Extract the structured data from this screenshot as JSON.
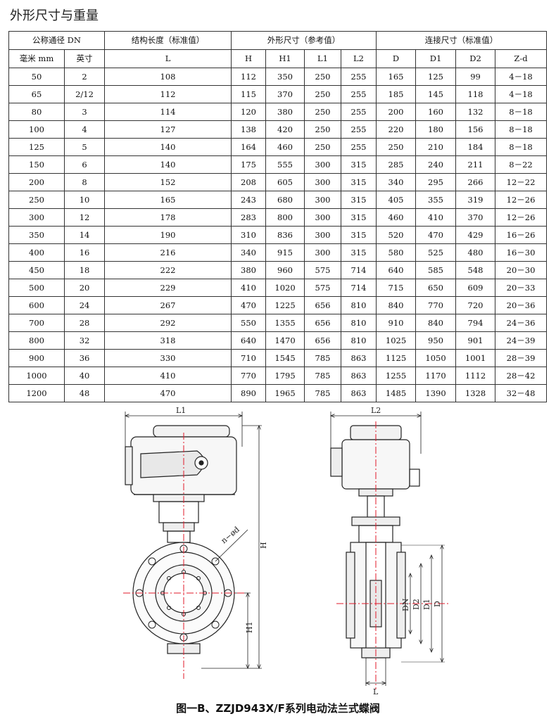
{
  "title": "外形尺寸与重量",
  "table": {
    "group_headers": {
      "dn": "公称通径 DN",
      "structure_length": "结构长度（标准值）",
      "outline": "外形尺寸（参考值）",
      "connection": "连接尺寸（标准值）"
    },
    "sub_headers": [
      "毫米 mm",
      "英寸",
      "L",
      "H",
      "H1",
      "L1",
      "L2",
      "D",
      "D1",
      "D2",
      "Z-d"
    ],
    "rows": [
      [
        "50",
        "2",
        "108",
        "112",
        "350",
        "250",
        "255",
        "165",
        "125",
        "99",
        "4－18"
      ],
      [
        "65",
        "2/12",
        "112",
        "115",
        "370",
        "250",
        "255",
        "185",
        "145",
        "118",
        "4－18"
      ],
      [
        "80",
        "3",
        "114",
        "120",
        "380",
        "250",
        "255",
        "200",
        "160",
        "132",
        "8－18"
      ],
      [
        "100",
        "4",
        "127",
        "138",
        "420",
        "250",
        "255",
        "220",
        "180",
        "156",
        "8－18"
      ],
      [
        "125",
        "5",
        "140",
        "164",
        "460",
        "250",
        "255",
        "250",
        "210",
        "184",
        "8－18"
      ],
      [
        "150",
        "6",
        "140",
        "175",
        "555",
        "300",
        "315",
        "285",
        "240",
        "211",
        "8－22"
      ],
      [
        "200",
        "8",
        "152",
        "208",
        "605",
        "300",
        "315",
        "340",
        "295",
        "266",
        "12－22"
      ],
      [
        "250",
        "10",
        "165",
        "243",
        "680",
        "300",
        "315",
        "405",
        "355",
        "319",
        "12－26"
      ],
      [
        "300",
        "12",
        "178",
        "283",
        "800",
        "300",
        "315",
        "460",
        "410",
        "370",
        "12－26"
      ],
      [
        "350",
        "14",
        "190",
        "310",
        "836",
        "300",
        "315",
        "520",
        "470",
        "429",
        "16－26"
      ],
      [
        "400",
        "16",
        "216",
        "340",
        "915",
        "300",
        "315",
        "580",
        "525",
        "480",
        "16－30"
      ],
      [
        "450",
        "18",
        "222",
        "380",
        "960",
        "575",
        "714",
        "640",
        "585",
        "548",
        "20－30"
      ],
      [
        "500",
        "20",
        "229",
        "410",
        "1020",
        "575",
        "714",
        "715",
        "650",
        "609",
        "20－33"
      ],
      [
        "600",
        "24",
        "267",
        "470",
        "1225",
        "656",
        "810",
        "840",
        "770",
        "720",
        "20－36"
      ],
      [
        "700",
        "28",
        "292",
        "550",
        "1355",
        "656",
        "810",
        "910",
        "840",
        "794",
        "24－36"
      ],
      [
        "800",
        "32",
        "318",
        "640",
        "1470",
        "656",
        "810",
        "1025",
        "950",
        "901",
        "24－39"
      ],
      [
        "900",
        "36",
        "330",
        "710",
        "1545",
        "785",
        "863",
        "1125",
        "1050",
        "1001",
        "28－39"
      ],
      [
        "1000",
        "40",
        "410",
        "770",
        "1795",
        "785",
        "863",
        "1255",
        "1170",
        "1112",
        "28－42"
      ],
      [
        "1200",
        "48",
        "470",
        "890",
        "1965",
        "785",
        "863",
        "1485",
        "1390",
        "1328",
        "32－48"
      ]
    ]
  },
  "drawing_labels": {
    "L1": "L1",
    "L2": "L2",
    "H": "H",
    "H1": "H1",
    "L": "L",
    "nd": "n−ød",
    "DN": "DN",
    "D2": "D2",
    "D1": "D1",
    "D": "D"
  },
  "caption": "图一B、ZZJD943X/F系列电动法兰式蝶阀",
  "colors": {
    "centerline": "#e0182a",
    "line": "#222222"
  }
}
